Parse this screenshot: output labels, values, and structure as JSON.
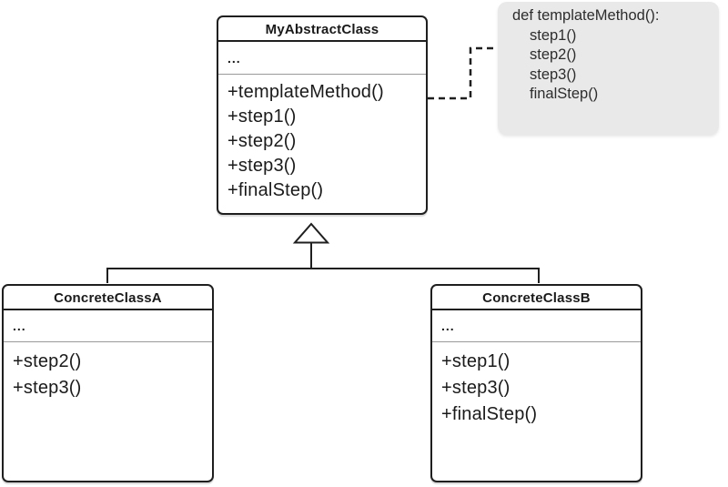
{
  "theme": {
    "line-color": "#1f1f1f",
    "divider-color": "#9a9a9a",
    "text-color": "#1a1a1a",
    "note-bg": "#e9e9e9",
    "note-text": "#2d2d2d",
    "canvas-bg": "#ffffff"
  },
  "diagram": {
    "abstract_class": {
      "title": "MyAbstractClass",
      "attributes": "...",
      "methods": [
        "+templateMethod()",
        "+step1()",
        "+step2()",
        "+step3()",
        "+finalStep()"
      ]
    },
    "concrete_class_a": {
      "title": "ConcreteClassA",
      "attributes": "...",
      "methods": [
        "+step2()",
        "+step3()"
      ]
    },
    "concrete_class_b": {
      "title": "ConcreteClassB",
      "attributes": "...",
      "methods": [
        "+step1()",
        "+step3()",
        "+finalStep()"
      ]
    },
    "note": {
      "lines": [
        "def templateMethod():",
        "step1()",
        "step2()",
        "step3()",
        "finalStep()"
      ]
    }
  }
}
